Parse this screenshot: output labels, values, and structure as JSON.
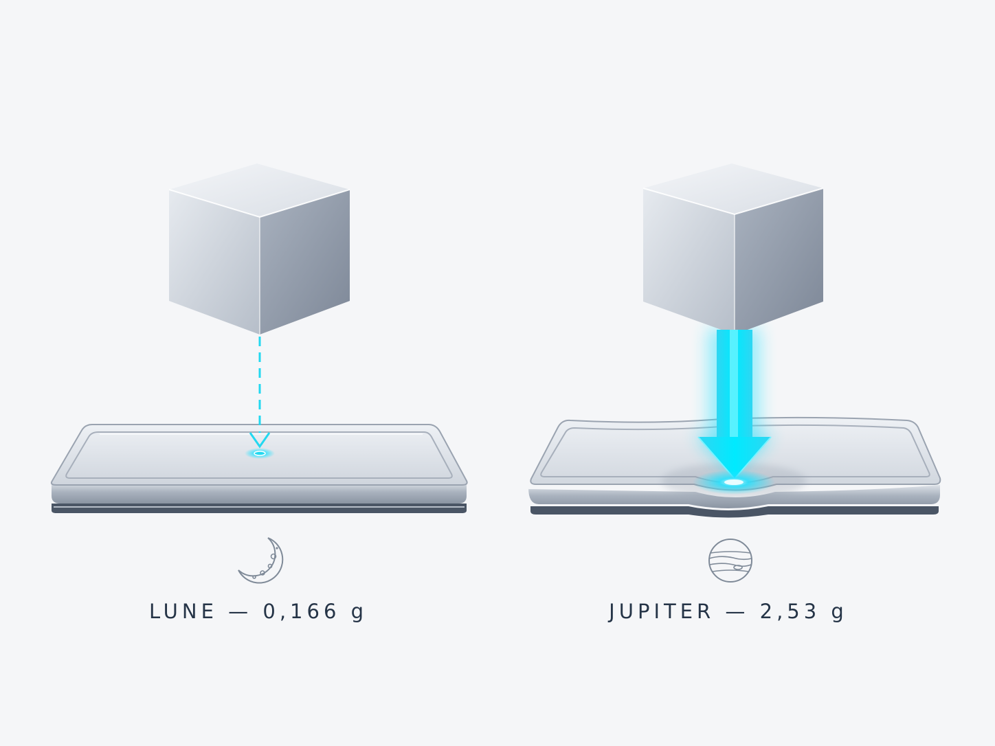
{
  "panels": [
    {
      "body": "LUNE",
      "gravity": "0,166 g",
      "separator": "—",
      "icon": "crescent-moon-icon",
      "force": "weak"
    },
    {
      "body": "JUPITER",
      "gravity": "2,53 g",
      "separator": "—",
      "icon": "jupiter-icon",
      "force": "strong"
    }
  ],
  "colors": {
    "background": "#f5f6f8",
    "accent": "#22d8f0",
    "text": "#253447",
    "metal_light": "#e9edf2",
    "metal_dark": "#7d8797"
  }
}
